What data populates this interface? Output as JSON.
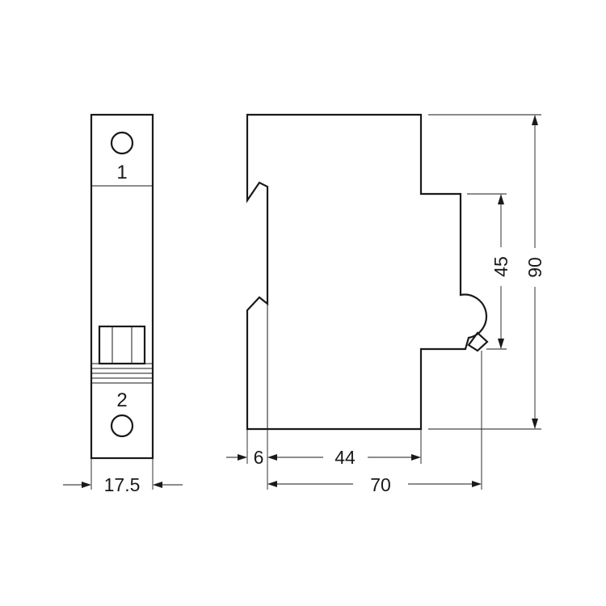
{
  "front_view": {
    "terminal_top_label": "1",
    "terminal_bottom_label": "2",
    "width_dimension": "17.5"
  },
  "side_view": {
    "total_height": "90",
    "middle_height": "45",
    "offset_width": "6",
    "middle_width": "44",
    "total_depth": "70"
  }
}
